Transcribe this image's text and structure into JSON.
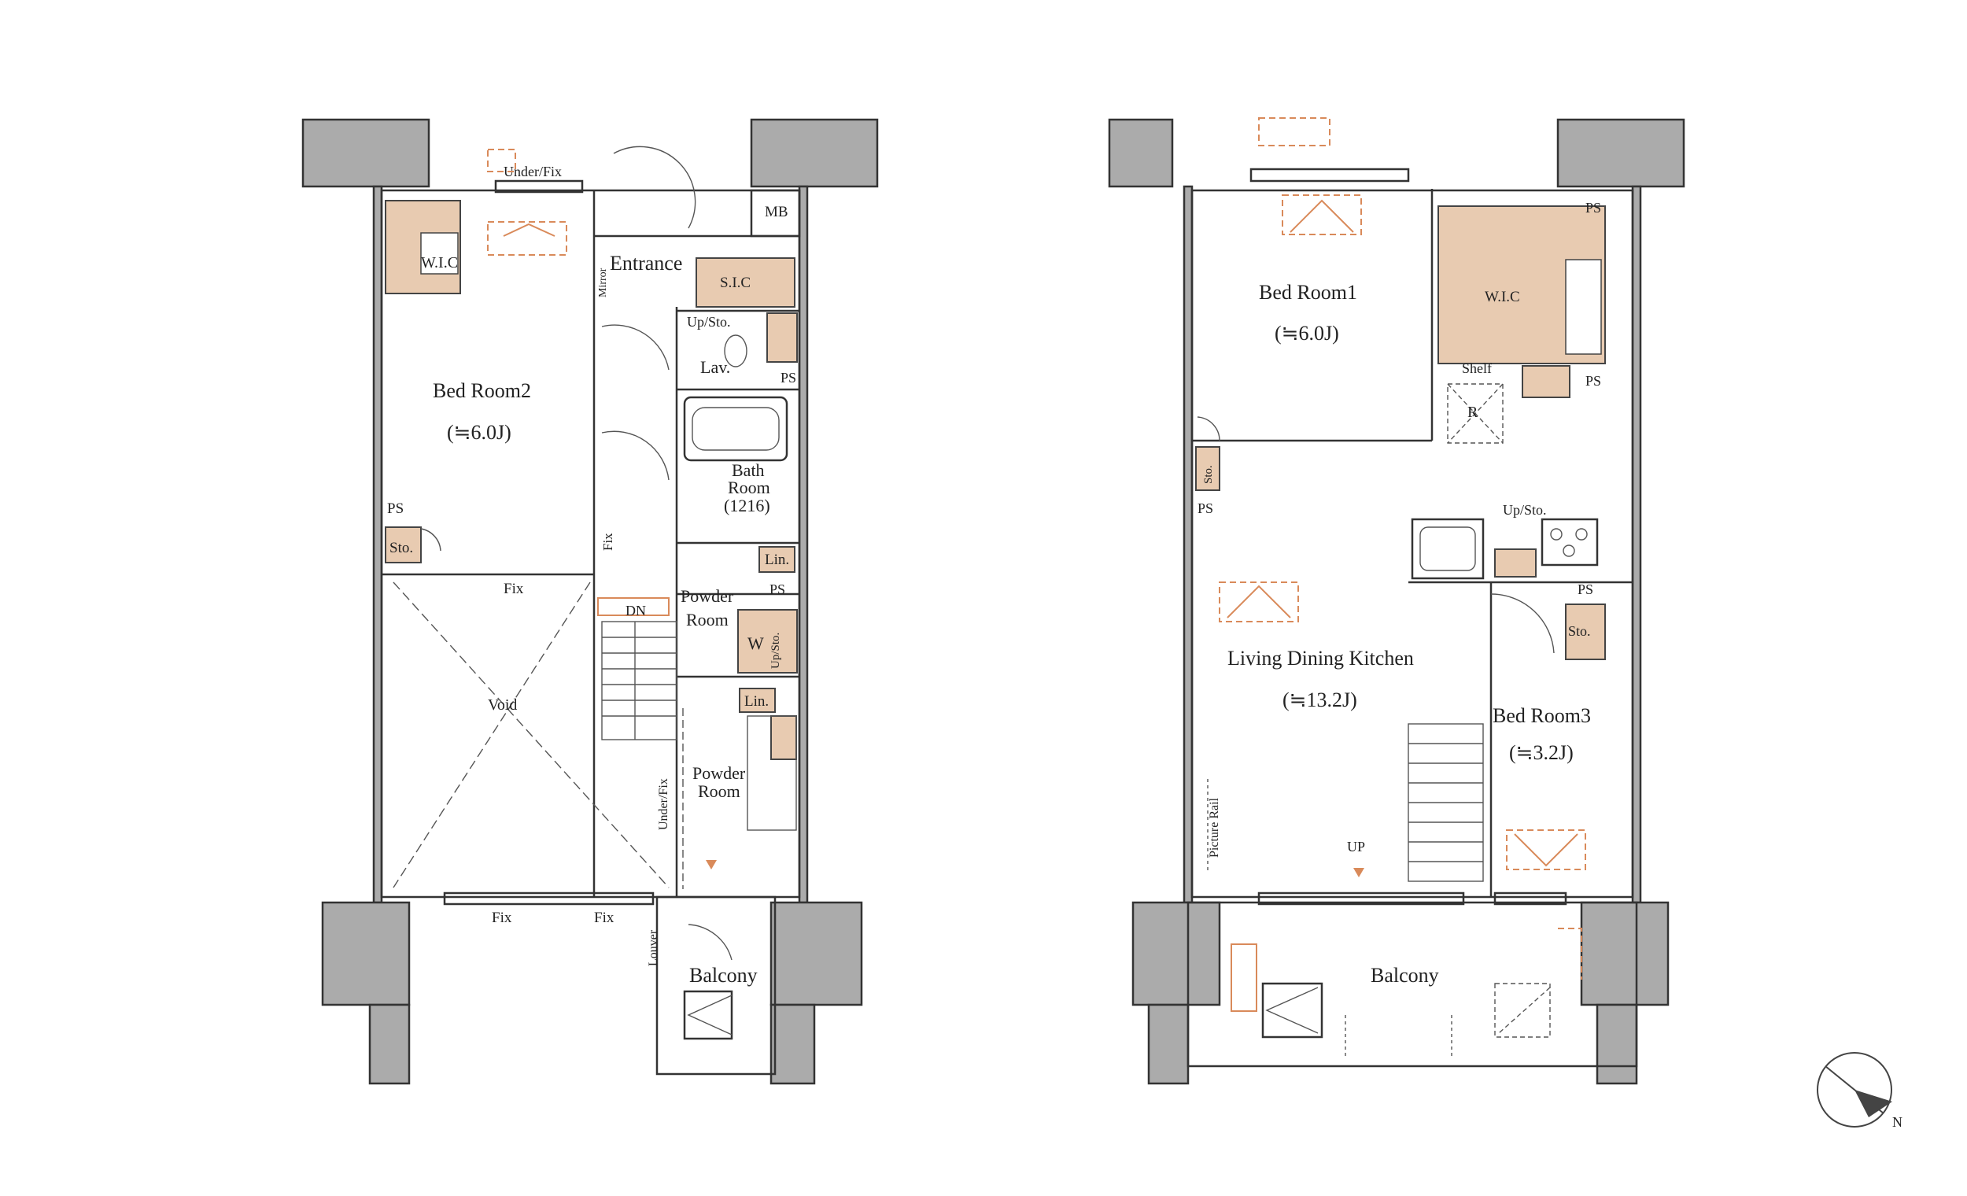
{
  "left_unit": {
    "bed_room2": "Bed Room2",
    "bed_room2_size": "(≒6.0J)",
    "wic": "W.I.C",
    "under_fix": "Under/Fix",
    "entrance": "Entrance",
    "mirror": "Mirror",
    "sic": "S.I.C",
    "mb": "MB",
    "up_sto": "Up/Sto.",
    "lav": "Lav.",
    "ps_a": "PS",
    "ps_b": "PS",
    "ps_c": "PS",
    "bath_room_1": "Bath",
    "bath_room_2": "Room",
    "bath_room_3": "(1216)",
    "lin_1": "Lin.",
    "lin_2": "Lin.",
    "sto": "Sto.",
    "fix_1": "Fix",
    "fix_2": "Fix",
    "fix_3": "Fix",
    "fix_4": "Fix",
    "powder_room_1a": "Powder",
    "powder_room_1b": "Room",
    "powder_room_2a": "Powder",
    "powder_room_2b": "Room",
    "w": "W",
    "up_sto_2": "Up/Sto.",
    "dn": "DN",
    "void": "Void",
    "under_fix_2": "Under/Fix",
    "louver": "Louver",
    "balcony": "Balcony"
  },
  "right_unit": {
    "bed_room1": "Bed Room1",
    "bed_room1_size": "(≒6.0J)",
    "wic": "W.I.C",
    "ps_a": "PS",
    "ps_b": "PS",
    "ps_c": "PS",
    "ps_d": "PS",
    "shelf": "Shelf",
    "r": "R",
    "sto_1": "Sto.",
    "sto_2": "Sto.",
    "up_sto": "Up/Sto.",
    "ldk": "Living Dining Kitchen",
    "ldk_size": "(≒13.2J)",
    "bed_room3": "Bed Room3",
    "bed_room3_size": "(≒3.2J)",
    "picture_rail": "Picture Rail",
    "up": "UP",
    "balcony": "Balcony"
  },
  "compass": {
    "north": "N"
  },
  "colors": {
    "wall": "#ababab",
    "wood": "#e8cbb1",
    "accent": "#d98a5a"
  }
}
